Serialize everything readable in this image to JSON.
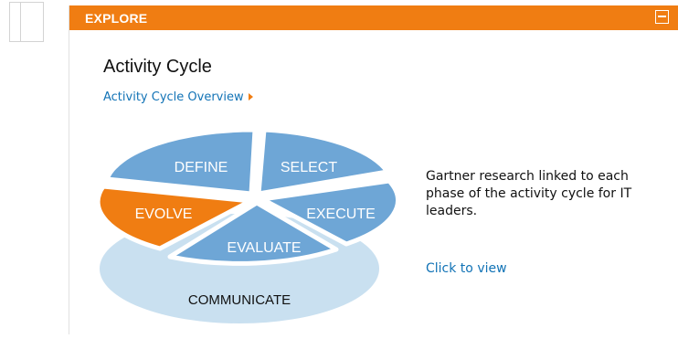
{
  "panel": {
    "title": "EXPLORE",
    "header_color": "#f07d12"
  },
  "section": {
    "title": "Activity Cycle",
    "overview_link": "Activity Cycle Overview"
  },
  "cycle": {
    "phases": {
      "define": "DEFINE",
      "select": "SELECT",
      "execute": "EXECUTE",
      "evaluate": "EVALUATE",
      "evolve": "EVOLVE"
    },
    "base": "COMMUNICATE",
    "highlighted_phase": "EVOLVE",
    "colors": {
      "segment": "#6ea6d6",
      "highlight": "#f07d12",
      "base": "#c9e0f0"
    }
  },
  "description": {
    "text": "Gartner research linked to each phase of the activity cycle for IT leaders.",
    "link": "Click to view"
  },
  "icons": {
    "collapse": "minus-box-icon",
    "link_arrow": "triangle-right-icon"
  }
}
